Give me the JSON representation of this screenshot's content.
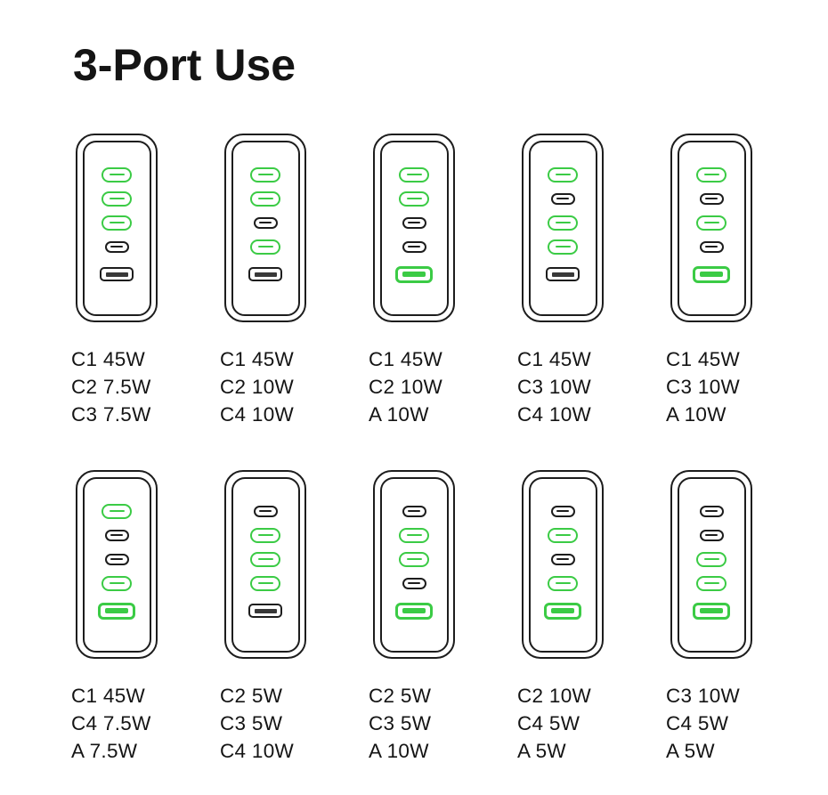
{
  "page": {
    "title": "3-Port Use"
  },
  "colors": {
    "active_port_green": "#3BCB45",
    "inactive_port_dark": "#1D1D1D",
    "usb_a_pin_gray": "#383838",
    "text": "#141414",
    "background": "#FFFFFF"
  },
  "chargers": [
    {
      "ports": [
        {
          "name": "C1",
          "type": "usb-c",
          "active": true
        },
        {
          "name": "C2",
          "type": "usb-c",
          "active": true
        },
        {
          "name": "C3",
          "type": "usb-c",
          "active": true
        },
        {
          "name": "C4",
          "type": "usb-c",
          "active": false
        },
        {
          "name": "A",
          "type": "usb-a",
          "active": false
        }
      ],
      "label_lines": [
        "C1 45W",
        "C2 7.5W",
        "C3 7.5W"
      ]
    },
    {
      "ports": [
        {
          "name": "C1",
          "type": "usb-c",
          "active": true
        },
        {
          "name": "C2",
          "type": "usb-c",
          "active": true
        },
        {
          "name": "C3",
          "type": "usb-c",
          "active": false
        },
        {
          "name": "C4",
          "type": "usb-c",
          "active": true
        },
        {
          "name": "A",
          "type": "usb-a",
          "active": false
        }
      ],
      "label_lines": [
        "C1 45W",
        "C2 10W",
        "C4 10W"
      ]
    },
    {
      "ports": [
        {
          "name": "C1",
          "type": "usb-c",
          "active": true
        },
        {
          "name": "C2",
          "type": "usb-c",
          "active": true
        },
        {
          "name": "C3",
          "type": "usb-c",
          "active": false
        },
        {
          "name": "C4",
          "type": "usb-c",
          "active": false
        },
        {
          "name": "A",
          "type": "usb-a",
          "active": true
        }
      ],
      "label_lines": [
        "C1 45W",
        "C2 10W",
        "A 10W"
      ]
    },
    {
      "ports": [
        {
          "name": "C1",
          "type": "usb-c",
          "active": true
        },
        {
          "name": "C2",
          "type": "usb-c",
          "active": false
        },
        {
          "name": "C3",
          "type": "usb-c",
          "active": true
        },
        {
          "name": "C4",
          "type": "usb-c",
          "active": true
        },
        {
          "name": "A",
          "type": "usb-a",
          "active": false
        }
      ],
      "label_lines": [
        "C1 45W",
        "C3 10W",
        "C4 10W"
      ]
    },
    {
      "ports": [
        {
          "name": "C1",
          "type": "usb-c",
          "active": true
        },
        {
          "name": "C2",
          "type": "usb-c",
          "active": false
        },
        {
          "name": "C3",
          "type": "usb-c",
          "active": true
        },
        {
          "name": "C4",
          "type": "usb-c",
          "active": false
        },
        {
          "name": "A",
          "type": "usb-a",
          "active": true
        }
      ],
      "label_lines": [
        "C1 45W",
        "C3 10W",
        "A 10W"
      ]
    },
    {
      "ports": [
        {
          "name": "C1",
          "type": "usb-c",
          "active": true
        },
        {
          "name": "C2",
          "type": "usb-c",
          "active": false
        },
        {
          "name": "C3",
          "type": "usb-c",
          "active": false
        },
        {
          "name": "C4",
          "type": "usb-c",
          "active": true
        },
        {
          "name": "A",
          "type": "usb-a",
          "active": true
        }
      ],
      "label_lines": [
        "C1 45W",
        "C4 7.5W",
        "A 7.5W"
      ]
    },
    {
      "ports": [
        {
          "name": "C1",
          "type": "usb-c",
          "active": false
        },
        {
          "name": "C2",
          "type": "usb-c",
          "active": true
        },
        {
          "name": "C3",
          "type": "usb-c",
          "active": true
        },
        {
          "name": "C4",
          "type": "usb-c",
          "active": true
        },
        {
          "name": "A",
          "type": "usb-a",
          "active": false
        }
      ],
      "label_lines": [
        "C2 5W",
        "C3 5W",
        "C4 10W"
      ]
    },
    {
      "ports": [
        {
          "name": "C1",
          "type": "usb-c",
          "active": false
        },
        {
          "name": "C2",
          "type": "usb-c",
          "active": true
        },
        {
          "name": "C3",
          "type": "usb-c",
          "active": true
        },
        {
          "name": "C4",
          "type": "usb-c",
          "active": false
        },
        {
          "name": "A",
          "type": "usb-a",
          "active": true
        }
      ],
      "label_lines": [
        "C2 5W",
        "C3 5W",
        "A 10W"
      ]
    },
    {
      "ports": [
        {
          "name": "C1",
          "type": "usb-c",
          "active": false
        },
        {
          "name": "C2",
          "type": "usb-c",
          "active": true
        },
        {
          "name": "C3",
          "type": "usb-c",
          "active": false
        },
        {
          "name": "C4",
          "type": "usb-c",
          "active": true
        },
        {
          "name": "A",
          "type": "usb-a",
          "active": true
        }
      ],
      "label_lines": [
        "C2 10W",
        "C4 5W",
        "A 5W"
      ]
    },
    {
      "ports": [
        {
          "name": "C1",
          "type": "usb-c",
          "active": false
        },
        {
          "name": "C2",
          "type": "usb-c",
          "active": false
        },
        {
          "name": "C3",
          "type": "usb-c",
          "active": true
        },
        {
          "name": "C4",
          "type": "usb-c",
          "active": true
        },
        {
          "name": "A",
          "type": "usb-a",
          "active": true
        }
      ],
      "label_lines": [
        "C3 10W",
        "C4 5W",
        "A 5W"
      ]
    }
  ]
}
